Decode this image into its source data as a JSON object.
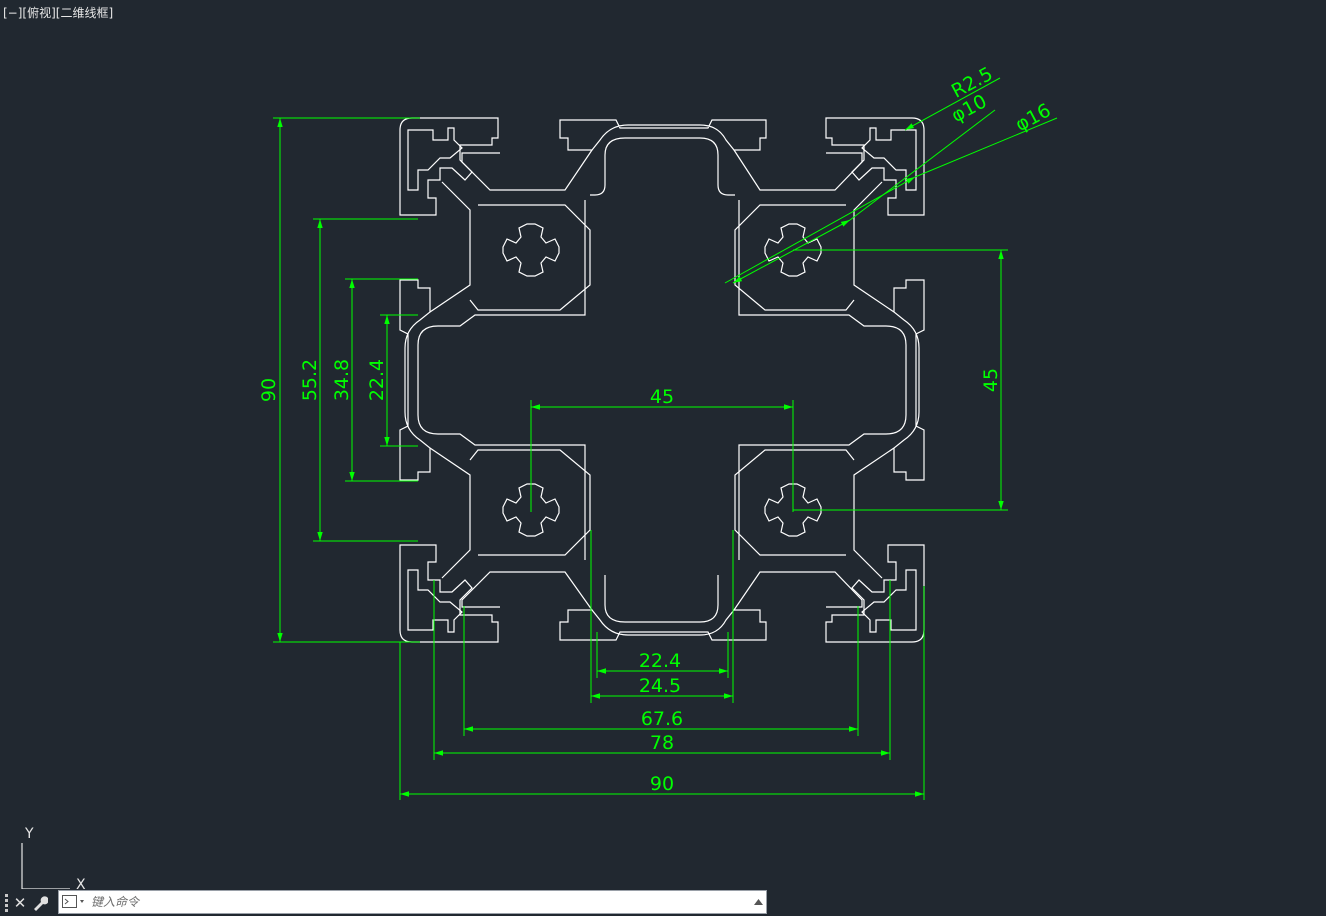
{
  "viewport": {
    "label": "[−][俯视][二维线框]"
  },
  "dimensions": {
    "overall_height": "90",
    "overall_width": "90",
    "slot_55": "55.2",
    "slot_34": "34.8",
    "slot_22_left": "22.4",
    "center_spacing_h": "45",
    "center_spacing_v": "45",
    "slot_22_bottom": "22.4",
    "slot_24": "24.5",
    "width_67": "67.6",
    "width_78": "78",
    "radius": "R2.5",
    "diameter_10": "φ10",
    "diameter_16": "φ16"
  },
  "ucs": {
    "y_label": "Y",
    "x_label": "X"
  },
  "command_line": {
    "placeholder": "键入命令"
  },
  "colors": {
    "background": "#212830",
    "dimension": "#00ff00",
    "geometry": "#ffffff"
  }
}
